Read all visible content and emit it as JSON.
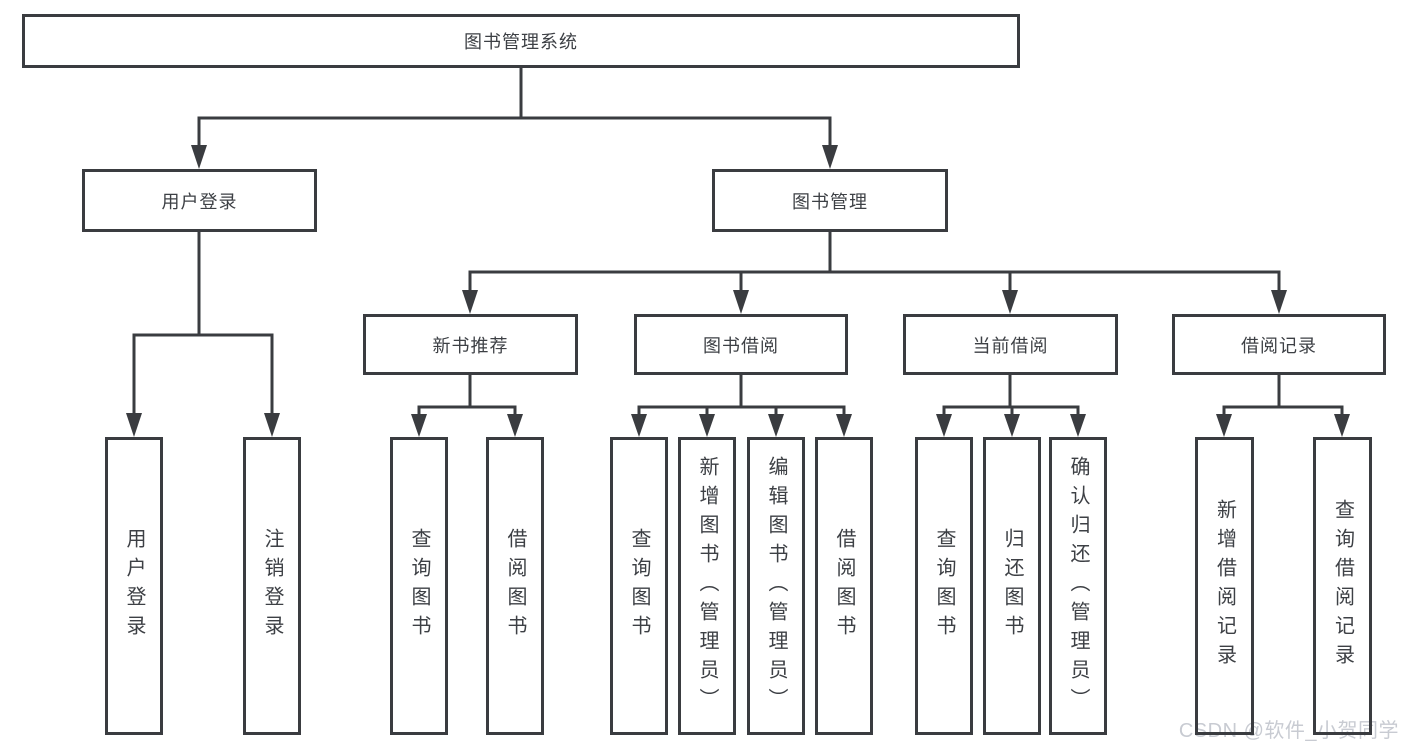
{
  "diagram": {
    "title_note": "library management system function structure diagram",
    "root": {
      "label": "图书管理系统"
    },
    "level2": [
      {
        "id": "user-login",
        "label": "用户登录"
      },
      {
        "id": "book-management",
        "label": "图书管理"
      }
    ],
    "level3": [
      {
        "id": "new-book-recommend",
        "label": "新书推荐"
      },
      {
        "id": "book-borrowing",
        "label": "图书借阅"
      },
      {
        "id": "current-borrowing",
        "label": "当前借阅"
      },
      {
        "id": "borrowing-records",
        "label": "借阅记录"
      }
    ],
    "leaves": [
      {
        "parent": "user-login",
        "label": "用户登录"
      },
      {
        "parent": "user-login",
        "label": "注销登录"
      },
      {
        "parent": "new-book-recommend",
        "label": "查询图书"
      },
      {
        "parent": "new-book-recommend",
        "label": "借阅图书"
      },
      {
        "parent": "book-borrowing",
        "label": "查询图书"
      },
      {
        "parent": "book-borrowing",
        "label": "新增图书（管理员）"
      },
      {
        "parent": "book-borrowing",
        "label": "编辑图书（管理员）"
      },
      {
        "parent": "book-borrowing",
        "label": "借阅图书"
      },
      {
        "parent": "current-borrowing",
        "label": "查询图书"
      },
      {
        "parent": "current-borrowing",
        "label": "归还图书"
      },
      {
        "parent": "current-borrowing",
        "label": "确认归还（管理员）"
      },
      {
        "parent": "borrowing-records",
        "label": "新增借阅记录"
      },
      {
        "parent": "borrowing-records",
        "label": "查询借阅记录"
      }
    ],
    "colors": {
      "line": "#3a3c40",
      "box_background": "#ffffff",
      "text": "#3d4045",
      "watermark": "#c8cbd2"
    },
    "watermark": {
      "text": "CSDN @软件_小贺同学"
    }
  }
}
